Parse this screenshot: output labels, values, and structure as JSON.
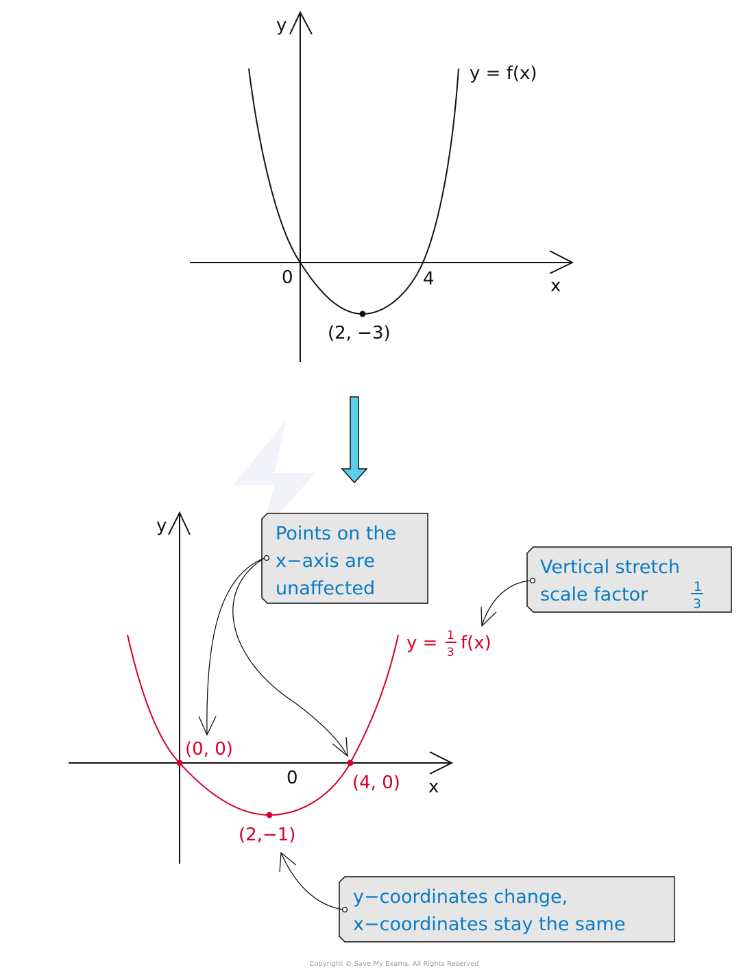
{
  "watermark": "Save My Exams",
  "top_graph": {
    "y_axis_label": "y",
    "x_axis_label": "x",
    "origin_label": "0",
    "root_label": "4",
    "curve_label": "y = f(x)",
    "vertex_label": "(2, −3)"
  },
  "arrow_color": "#5bd0ea",
  "bottom_graph": {
    "y_axis_label": "y",
    "x_axis_label": "x",
    "origin_label": "0",
    "curve_label_prefix": "y =",
    "curve_label_num": "1",
    "curve_label_den": "3",
    "curve_label_suffix": "f(x)",
    "point_origin": "(0, 0)",
    "point_root": "(4, 0)",
    "vertex_label": "(2,−1)",
    "curve_color": "#d4002a"
  },
  "callouts": {
    "x_axis": [
      "Points on the",
      "x−axis are",
      "unaffected"
    ],
    "stretch": {
      "line1": "Vertical stretch",
      "line2": "scale factor",
      "num": "1",
      "den": "3"
    },
    "coords": [
      "y−coordinates change,",
      "x−coordinates stay the same"
    ],
    "text_color": "#0a7bc4",
    "box_color": "#e6e6e6"
  },
  "copyright": "Copyright © Save My Exams. All Rights Reserved"
}
